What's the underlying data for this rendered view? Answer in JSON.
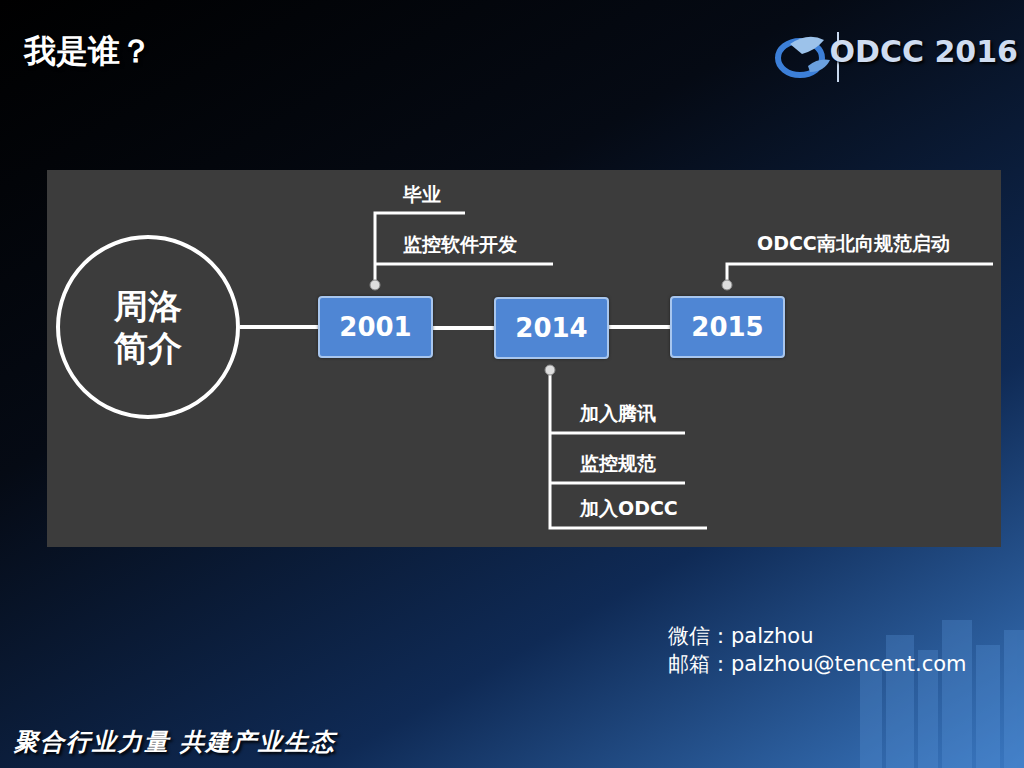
{
  "diagram": {
    "title": "我是谁？",
    "nodes": [
      {
        "text": [
          "周洛 简介"
        ]
      },
      {
        "text": [
          "2001"
        ]
      },
      {
        "text": [
          "2014"
        ]
      },
      {
        "text": [
          "2015"
        ]
      }
    ],
    "edges": [
      {
        "from": 0,
        "to": 1,
        "arrow": "none"
      },
      {
        "from": 1,
        "to": 2,
        "arrow": "none"
      },
      {
        "from": 2,
        "to": 3,
        "arrow": "none"
      }
    ],
    "labels": [
      "ODCC 2016",
      "毕业",
      "监控软件开发",
      "ODCC南北向规范启动",
      "加入腾讯",
      "监控规范",
      "加入ODCC",
      "微信：palzhou",
      "邮箱：palzhou@tencent.com",
      "聚合行业力量 共建产业生态"
    ]
  }
}
